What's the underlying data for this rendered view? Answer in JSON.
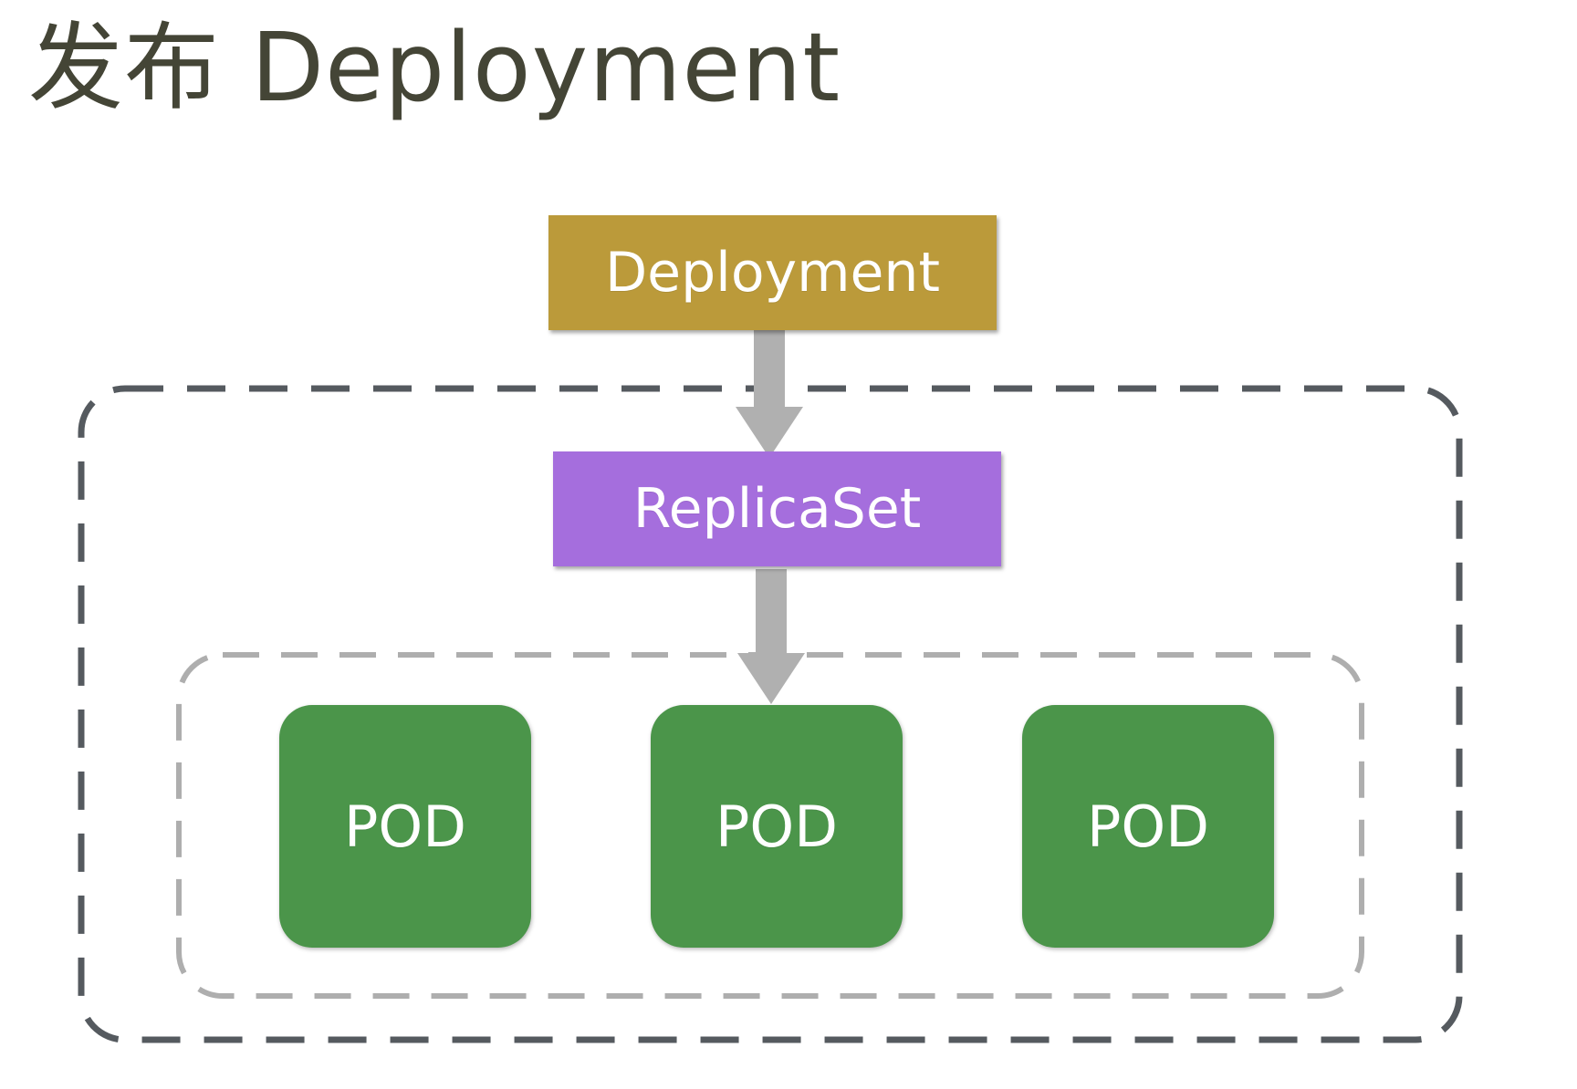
{
  "title": "发布 Deployment",
  "nodes": {
    "deployment": "Deployment",
    "replicaset": "ReplicaSet",
    "pods": [
      "POD",
      "POD",
      "POD"
    ]
  },
  "colors": {
    "title": "#444536",
    "deployment": "#bb9a3a",
    "replicaset": "#a56edd",
    "pod": "#4b954a",
    "arrow": "#b0b0b0",
    "outer_border": "#555a5f",
    "inner_border": "#aeaeae"
  },
  "edges": [
    {
      "from": "deployment",
      "to": "replicaset"
    },
    {
      "from": "replicaset",
      "to": "pods"
    }
  ]
}
